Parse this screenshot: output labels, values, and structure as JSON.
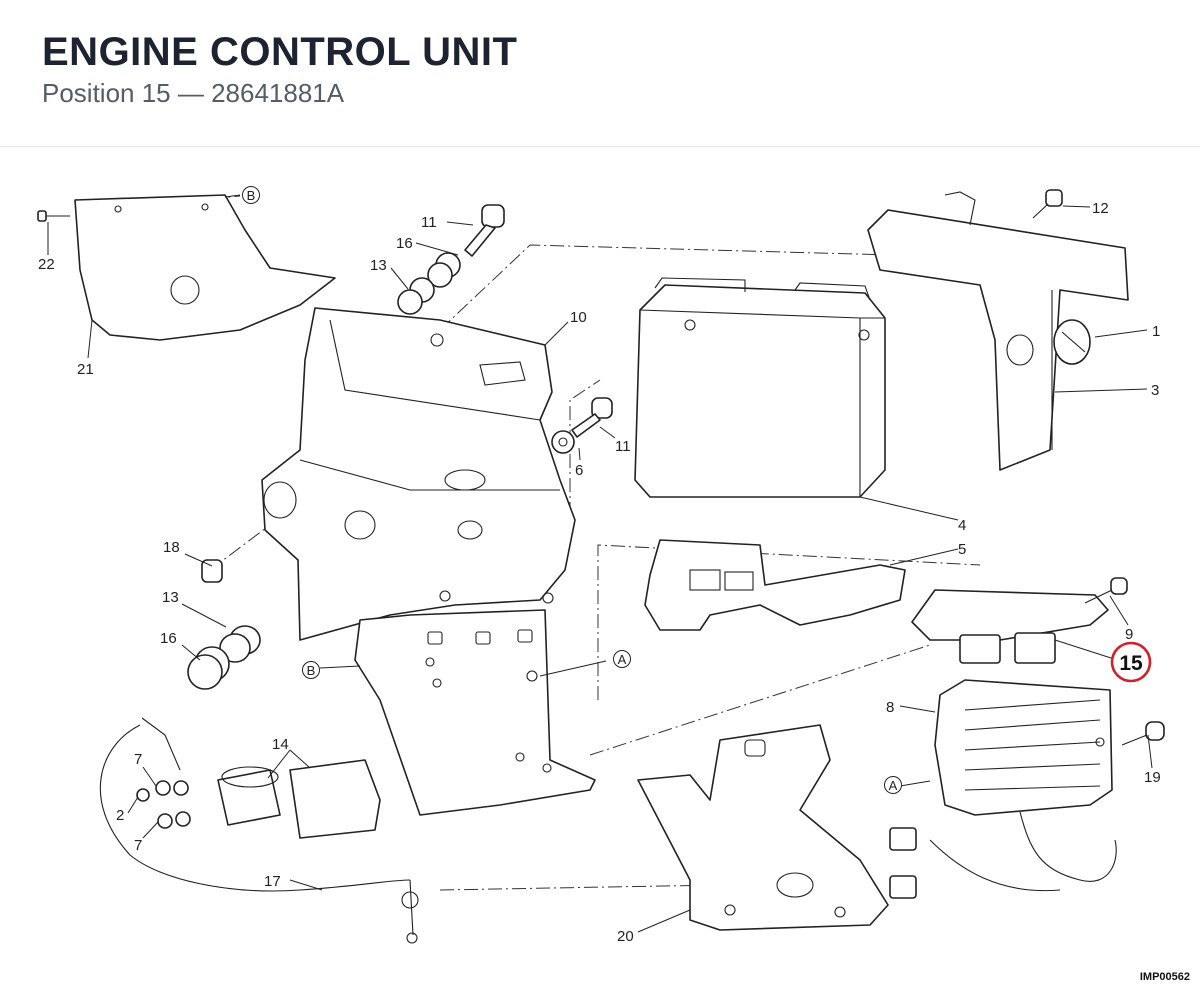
{
  "header": {
    "title": "ENGINE CONTROL UNIT",
    "subtitle": "Position 15 — 28641881A"
  },
  "callouts": {
    "c1": "1",
    "c2": "2",
    "c3": "3",
    "c4": "4",
    "c5": "5",
    "c6": "6",
    "c7a": "7",
    "c7b": "7",
    "c8": "8",
    "c9": "9",
    "c10": "10",
    "c11a": "11",
    "c11b": "11",
    "c12": "12",
    "c13a": "13",
    "c13b": "13",
    "c14": "14",
    "c15": "15",
    "c16a": "16",
    "c16b": "16",
    "c17": "17",
    "c18": "18",
    "c19": "19",
    "c20": "20",
    "c21": "21",
    "c22": "22"
  },
  "refs": {
    "a1": "A",
    "a2": "A",
    "b1": "B",
    "b2": "B"
  },
  "highlight": {
    "position": "15",
    "color": "#d0202a"
  },
  "footer": {
    "image_code": "IMP00562"
  }
}
